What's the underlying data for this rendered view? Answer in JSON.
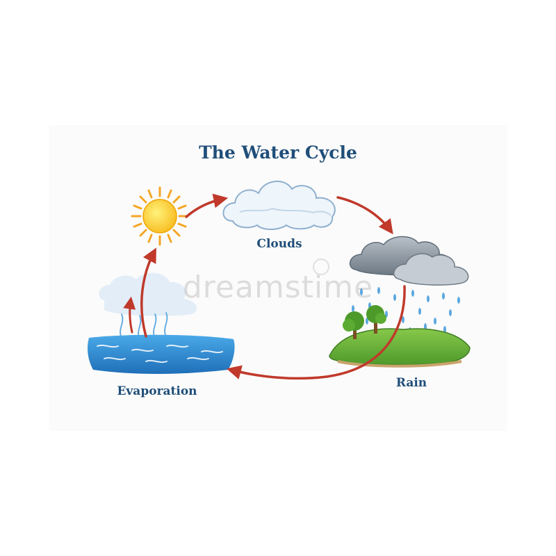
{
  "diagram": {
    "title": "The Water Cycle",
    "stages": {
      "clouds": {
        "label": "Clouds"
      },
      "rain": {
        "label": "Rain"
      },
      "evaporation": {
        "label": "Evaporation"
      }
    },
    "watermark": "dreamstime"
  },
  "colors": {
    "title": "#1f4e79",
    "label": "#1f4e79",
    "arrow": "#c0392b",
    "sun": "#f7c21b",
    "sun_rays": "#f5a623",
    "water": "#2f8fd8",
    "grass": "#6fb63a",
    "cloud_white": "#eef5fb",
    "cloud_grey": "#8e98a3",
    "rain_drop": "#5aa7e0",
    "panel": "#fafafa"
  }
}
